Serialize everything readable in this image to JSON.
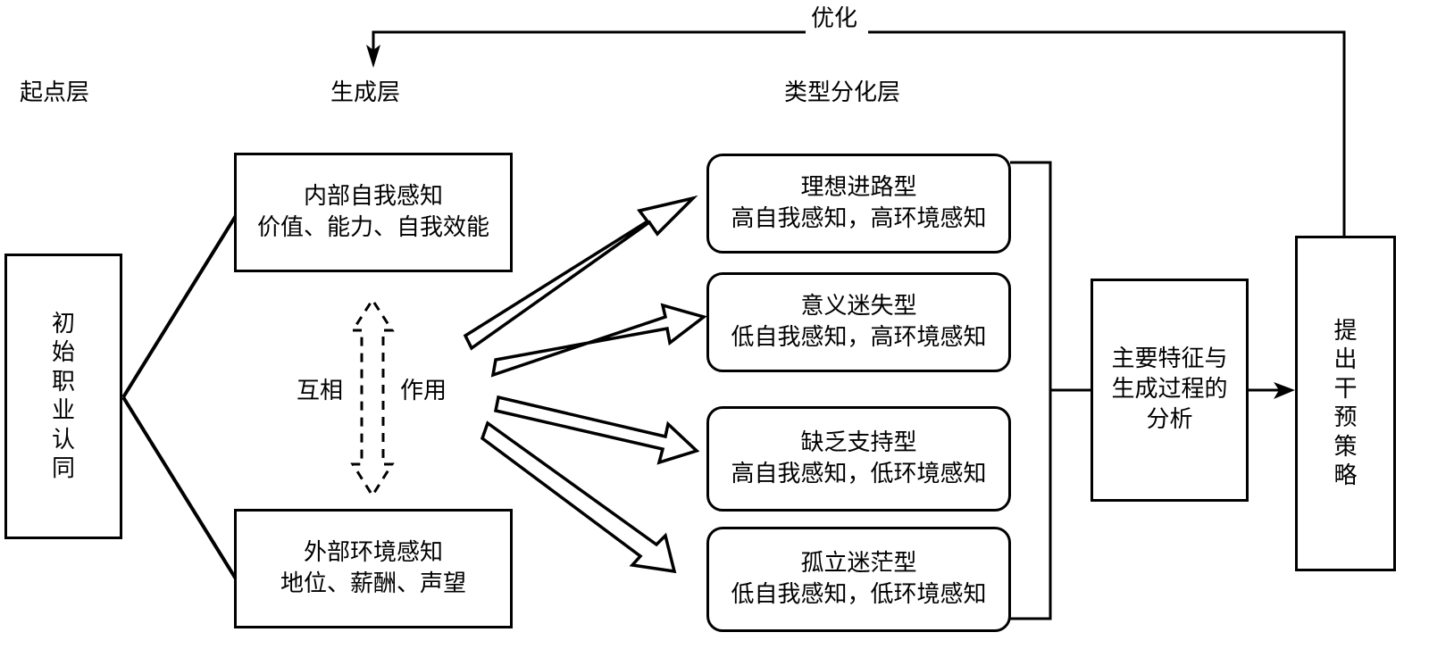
{
  "layers": {
    "start": "起点层",
    "generation": "生成层",
    "differentiation": "类型分化层"
  },
  "feedback_label": "优化",
  "start_box": {
    "text": "初始职业认同"
  },
  "internal_box": {
    "title": "内部自我感知",
    "detail": "价值、能力、自我效能"
  },
  "external_box": {
    "title": "外部环境感知",
    "detail": "地位、薪酬、声望"
  },
  "interaction": {
    "left": "互相",
    "right": "作用"
  },
  "types": [
    {
      "name": "理想进路型",
      "desc": "高自我感知，高环境感知"
    },
    {
      "name": "意义迷失型",
      "desc": "低自我感知，高环境感知"
    },
    {
      "name": "缺乏支持型",
      "desc": "高自我感知，低环境感知"
    },
    {
      "name": "孤立迷茫型",
      "desc": "低自我感知，低环境感知"
    }
  ],
  "analysis_box": {
    "lines": [
      "主要特征与",
      "生成过程的",
      "分析"
    ]
  },
  "strategy_box": {
    "text": "提出干预策略"
  },
  "colors": {
    "stroke": "#000000",
    "background": "#ffffff"
  }
}
